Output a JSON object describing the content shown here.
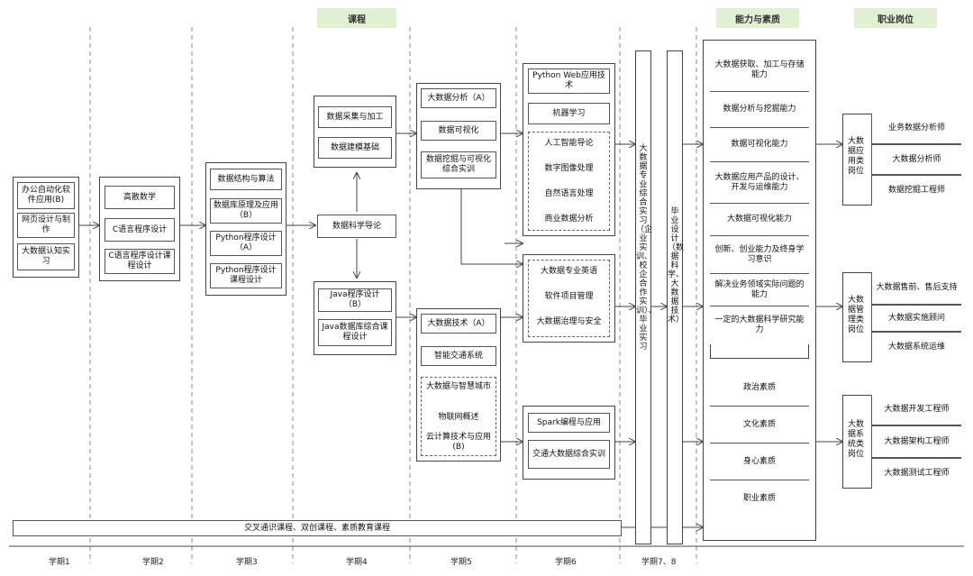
{
  "headers": {
    "course": "课程",
    "ability": "能力与素质",
    "career": "职业岗位"
  },
  "semesters": [
    "学期1",
    "学期2",
    "学期3",
    "学期4",
    "学期5",
    "学期6",
    "学期7、8"
  ],
  "sem1": {
    "items": [
      "办公自动化软件应用(B)",
      "网页设计与制作",
      "大数据认知实习"
    ]
  },
  "sem2": {
    "items": [
      "高散数学",
      "C语言程序设计",
      "C语言程序设计课程设计"
    ]
  },
  "sem3": {
    "items": [
      "数据结构与算法",
      "数据库原理及应用（B）",
      "Python程序设计（A）",
      "Python程序设计课程设计"
    ]
  },
  "sem4": {
    "top": [
      "数据采集与加工",
      "数据建模基础"
    ],
    "mid": "数据科学导论",
    "bottom": [
      "Java程序设计（B）",
      "Java数据库综合课程设计"
    ]
  },
  "sem5": {
    "top": [
      "大数据分析（A）",
      "数据可视化",
      "数据挖掘与可视化综合实训"
    ],
    "bottom": [
      "大数据技术（A）",
      "智能交通系统"
    ],
    "bottom_dashed": [
      "大数据与智慧城市",
      "物联网概述",
      "云计算技术与应用(B)"
    ]
  },
  "sem6": {
    "top_solid": [
      "Python Web应用技术",
      "机器学习"
    ],
    "top_dashed": [
      "人工智能导论",
      "数字图像处理",
      "自然语言处理",
      "商业数据分析"
    ],
    "mid_dashed": [
      "大数据专业英语",
      "软件项目管理",
      "大数据治理与安全"
    ],
    "bottom": [
      "Spark编程与应用",
      "交通大数据综合实训"
    ]
  },
  "vertical1": "大数据专业综合实习（企业实训、校企合作实训）、毕业实习",
  "vertical2": "毕业设计（数据科学、大数据技术）",
  "abilities": [
    "大数据获取、加工与存储能力",
    "数据分析与挖掘能力",
    "数据可视化能力",
    "大数据应用产品的设计、开发与运维能力",
    "大数据可视化能力",
    "创新、创业能力及终身学习意识",
    "解决业务领域实际问题的能力",
    "一定的大数据科学研究能力"
  ],
  "qualities": [
    "政治素质",
    "文化素质",
    "身心素质",
    "职业素质"
  ],
  "careers": [
    {
      "category": "大数据应用类岗位",
      "jobs": [
        "业务数据分析师",
        "大数据分析师",
        "数据挖掘工程师"
      ]
    },
    {
      "category": "大数据管理类岗位",
      "jobs": [
        "大数据售前、售后支持",
        "大数据实施顾问",
        "大数据系统运维"
      ]
    },
    {
      "category": "大数据系统类岗位",
      "jobs": [
        "大数据开发工程师",
        "大数据架构工程师",
        "大数据测试工程师"
      ]
    }
  ],
  "bottom_bar": "交叉通识课程、双创课程、素质教育课程"
}
